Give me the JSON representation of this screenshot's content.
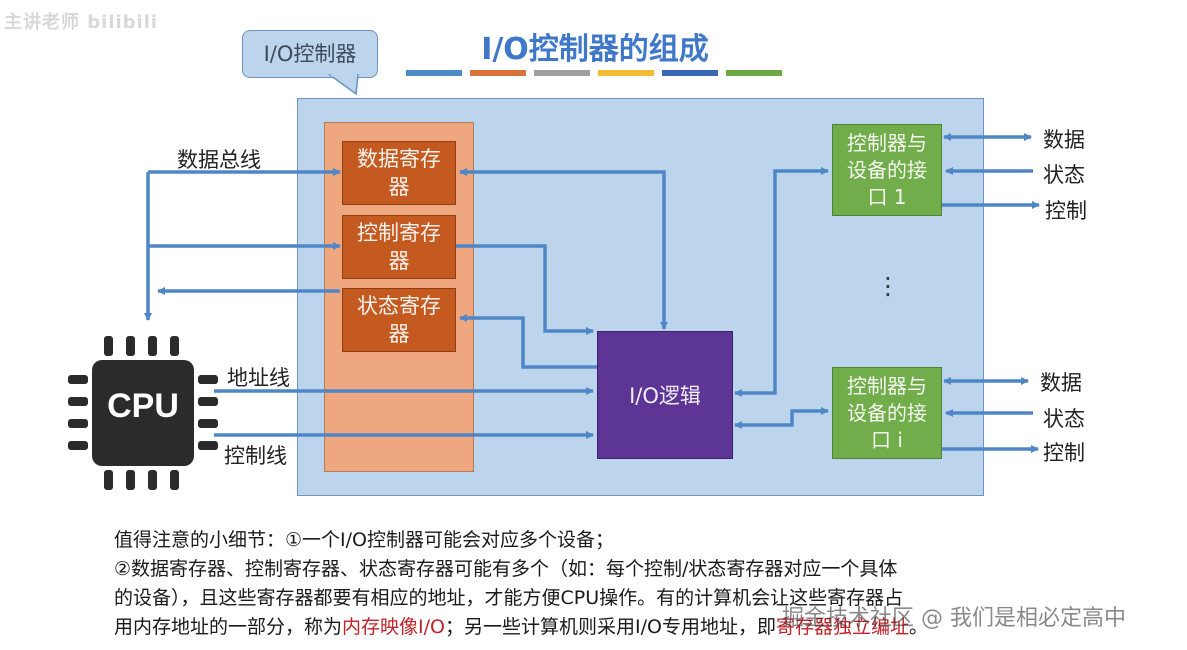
{
  "watermark_top": "主讲老师 bilibili",
  "callout": "I/O控制器",
  "title": "I/O控制器的组成",
  "title_bar_colors": [
    "#4f8ac8",
    "#d9733a",
    "#a0a0a0",
    "#f2bc34",
    "#3a66b6",
    "#6ea845"
  ],
  "colors": {
    "panel": "#bcd4ec",
    "register_column": "#eea77e",
    "register": "#c55a20",
    "io_logic": "#5d3595",
    "interface": "#72ad4c",
    "arrow": "#4f86c6"
  },
  "registers": {
    "data": "数据寄存器",
    "control": "控制寄存器",
    "status": "状态寄存器"
  },
  "io_logic": "I/O逻辑",
  "interfaces": [
    {
      "label": "控制器与设备的接口 1",
      "data": "数据",
      "status": "状态",
      "control": "控制"
    },
    {
      "label": "控制器与设备的接口 i",
      "data": "数据",
      "status": "状态",
      "control": "控制"
    }
  ],
  "ellipsis": "⋮",
  "bus_labels": {
    "data_bus": "数据总线",
    "address_line": "地址线",
    "control_line": "控制线"
  },
  "cpu": {
    "label": "CPU",
    "icon": "cpu-chip-icon"
  },
  "notes": {
    "line1": "值得注意的小细节：①一个I/O控制器可能会对应多个设备；",
    "line2": "②数据寄存器、控制寄存器、状态寄存器可能有多个（如：每个控制/状态寄存器对应一个具体",
    "line3": "的设备），且这些寄存器都要有相应的地址，才能方便CPU操作。有的计算机会让这些寄存器占",
    "line4_part1": "用内存地址的一部分，称为",
    "line4_red1": "内存映像I/O",
    "line4_part2": "；另一些计算机则采用I/O专用地址，即",
    "line4_red2": "寄存器独立编址",
    "line4_part3": "。"
  },
  "watermark_bottom": "掘金技术社区 @ 我们是相必定高中"
}
